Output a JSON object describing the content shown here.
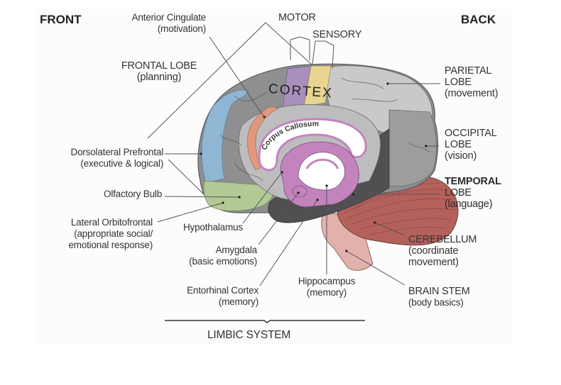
{
  "orientation": {
    "front": "FRONT",
    "back": "BACK"
  },
  "cortex_label": "CORTEX",
  "corpus_callosum_label": "Corpus Callosum",
  "colors": {
    "cortex_gray": "#8f8f91",
    "light_gray": "#c7c7c8",
    "dark_gray": "#505052",
    "prefrontal_blue": "#8fb7d3",
    "olfactory_green": "#b3c995",
    "cingulate_orange": "#e2987c",
    "motor_purple": "#a98fbc",
    "sensory_yellow": "#e7d591",
    "limbic_pink": "#c383bd",
    "cerebellum_red": "#b4615c",
    "brainstem_pink": "#e3b1ac"
  },
  "labels": {
    "anterior_cingulate": {
      "name": "Anterior Cingulate",
      "function": "(motivation)"
    },
    "motor": {
      "name": "MOTOR"
    },
    "sensory": {
      "name": "SENSORY"
    },
    "frontal_lobe": {
      "name": "FRONTAL LOBE",
      "function": "(planning)"
    },
    "parietal_lobe": {
      "name": "PARIETAL",
      "name2": "LOBE",
      "function": "(movement)"
    },
    "dorsolateral_prefrontal": {
      "name": "Dorsolateral Prefrontal",
      "function": "(executive & logical)"
    },
    "occipital_lobe": {
      "name": "OCCIPITAL",
      "name2": "LOBE",
      "function": "(vision)"
    },
    "temporal_lobe": {
      "name": "TEMPORAL",
      "name2": "LOBE",
      "function": "(language)"
    },
    "olfactory_bulb": {
      "name": "Olfactory Bulb"
    },
    "lateral_orbitofrontal": {
      "name": "Lateral Orbitofrontal",
      "function": "(appropriate social/",
      "function2": "emotional response)"
    },
    "hypothalamus": {
      "name": "Hypothalamus"
    },
    "amygdala": {
      "name": "Amygdala",
      "function": "(basic emotions)"
    },
    "cerebellum": {
      "name": "CEREBELLUM",
      "function": "(coordinate",
      "function2": "movement)"
    },
    "entorhinal_cortex": {
      "name": "Entorhinal Cortex",
      "function": "(memory)"
    },
    "hippocampus": {
      "name": "Hippocampus",
      "function": "(memory)"
    },
    "brain_stem": {
      "name": "BRAIN STEM",
      "function": "(body basics)"
    },
    "limbic_system": {
      "name": "LIMBIC SYSTEM"
    }
  }
}
